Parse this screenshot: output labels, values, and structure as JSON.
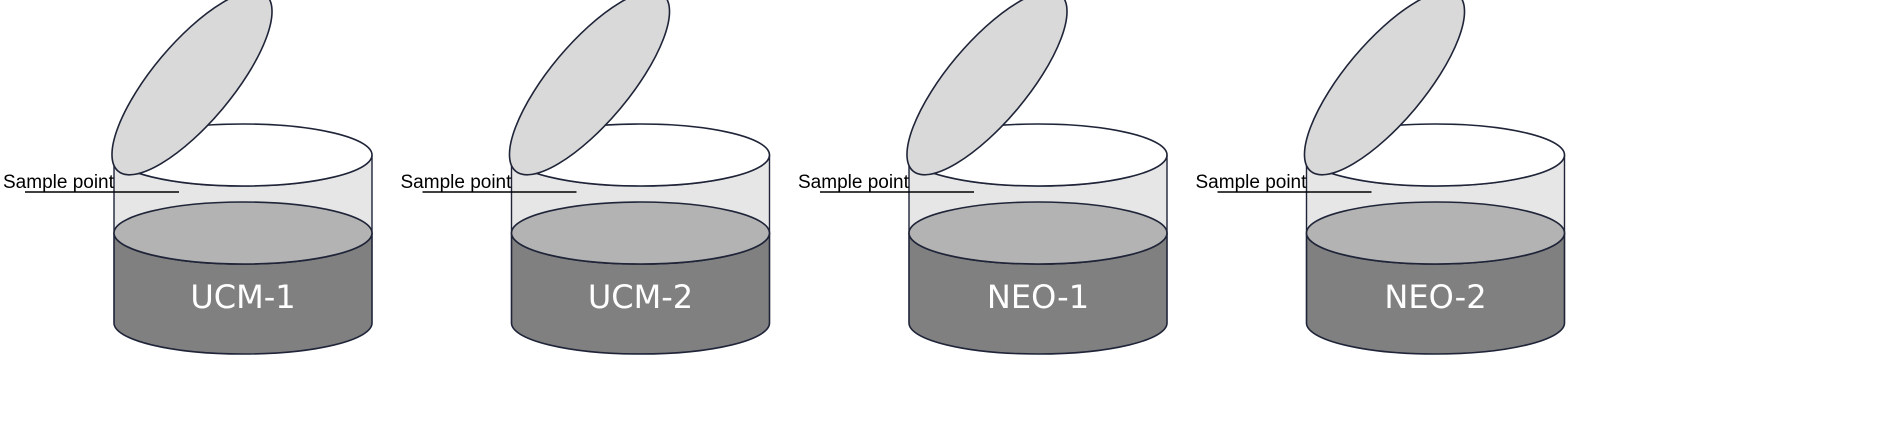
{
  "figure": {
    "containers": [
      {
        "label": "UCM-1",
        "sample_label": "Sample point"
      },
      {
        "label": "UCM-2",
        "sample_label": "Sample point"
      },
      {
        "label": "NEO-1",
        "sample_label": "Sample point"
      },
      {
        "label": "NEO-2",
        "sample_label": "Sample point"
      }
    ]
  },
  "colors": {
    "outline": "#1f2438",
    "lid_fill": "#d9d9d9",
    "headspace_fill": "#e6e6e6",
    "liquid_surface": "#b3b3b3",
    "liquid_body": "#808080",
    "label_text": "#ffffff"
  }
}
